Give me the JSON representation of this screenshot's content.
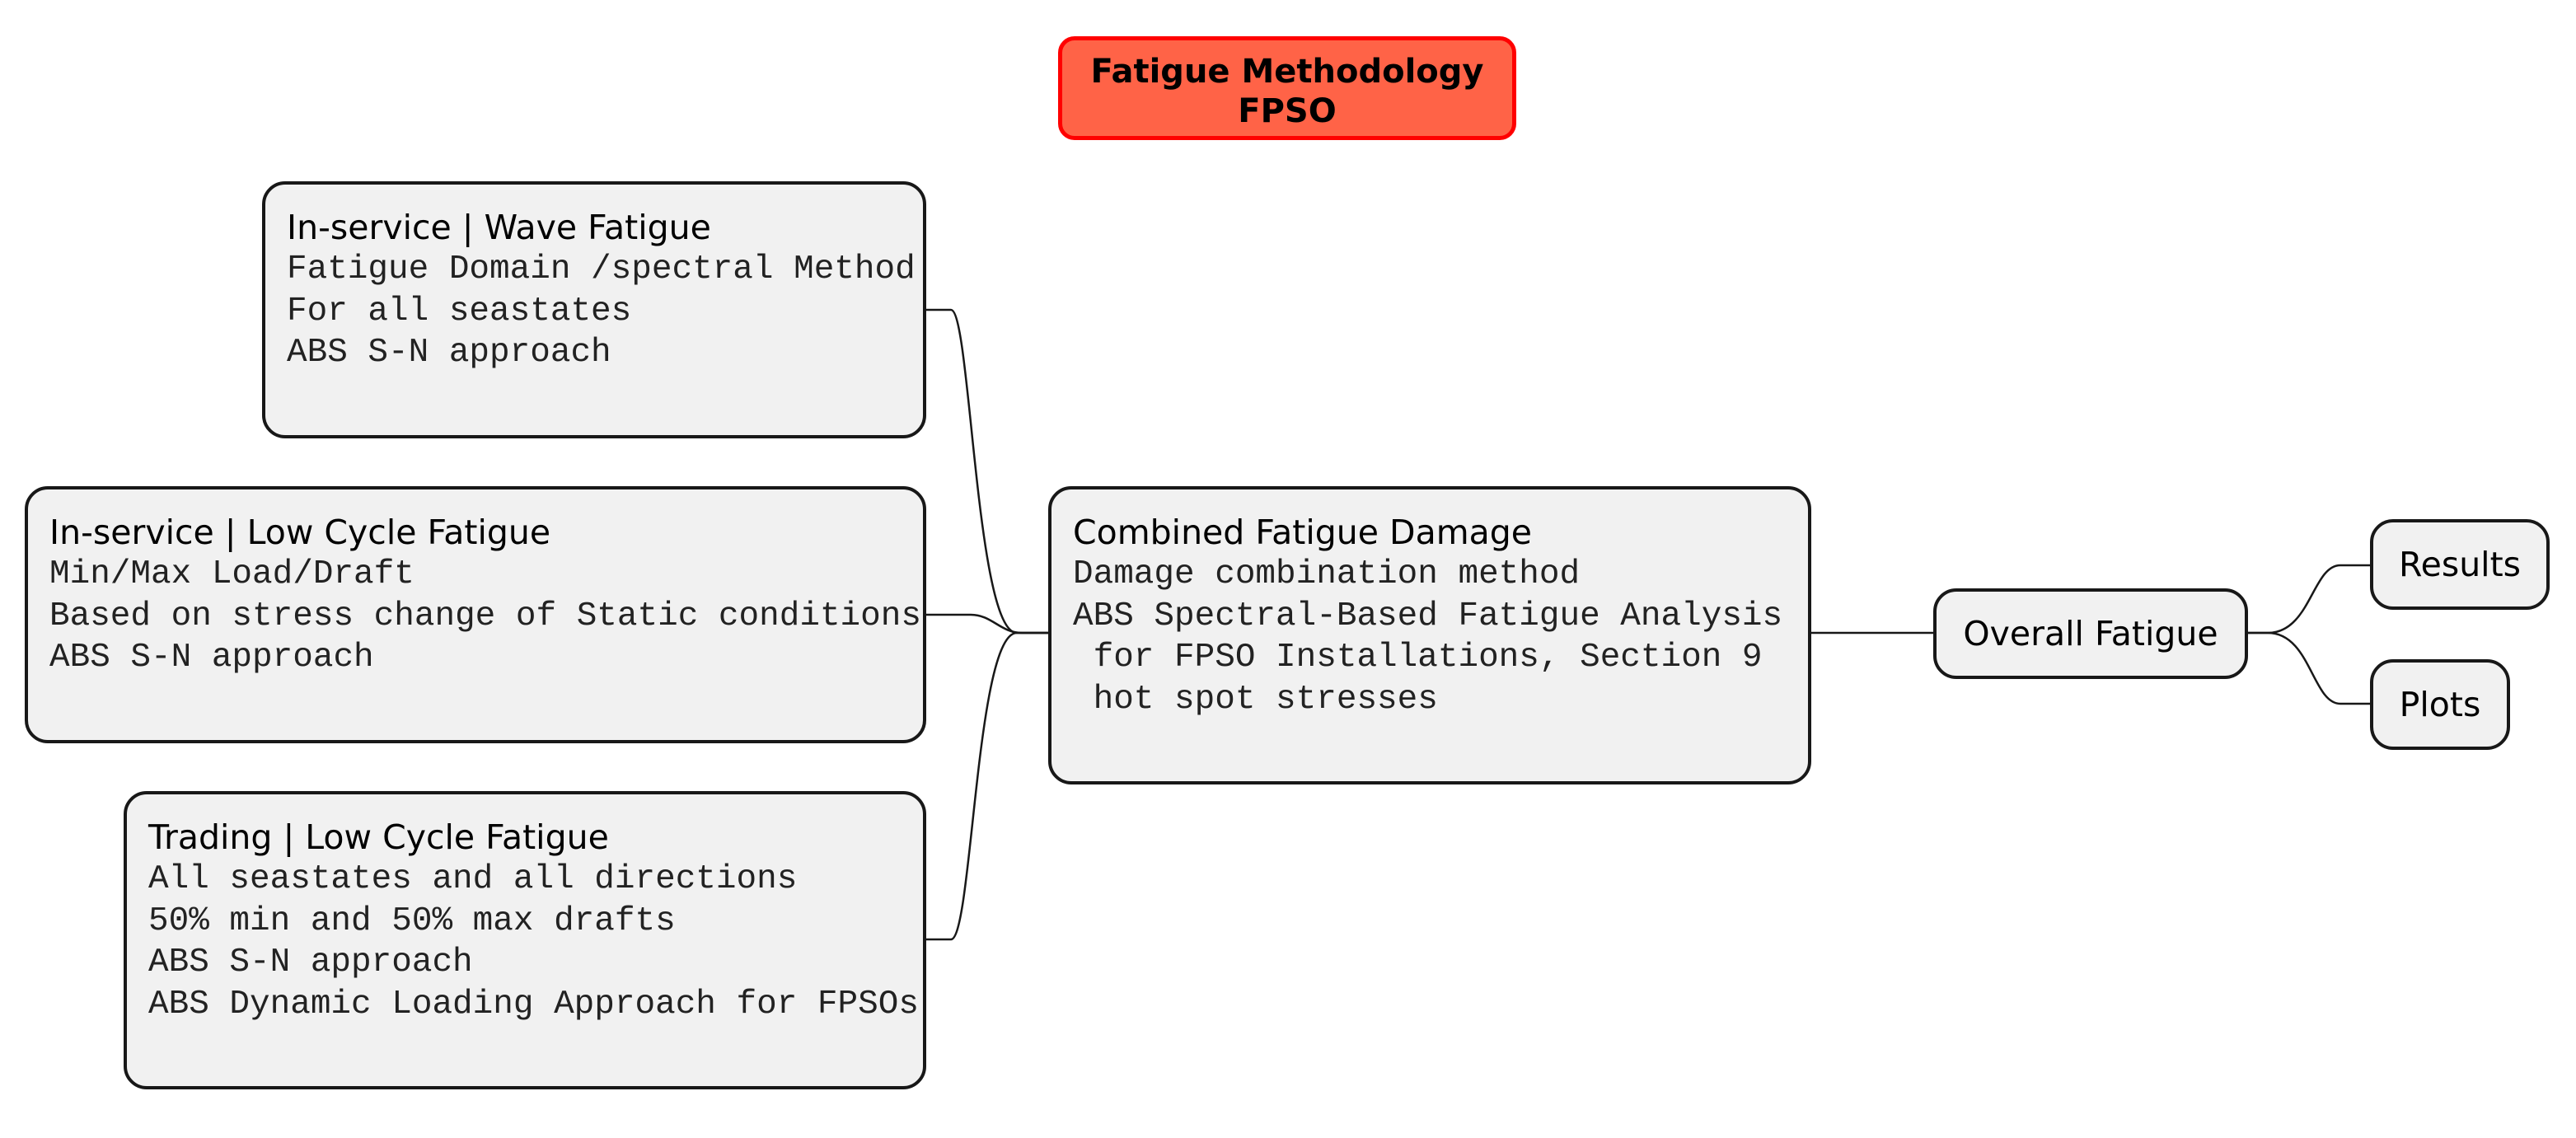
{
  "diagram": {
    "title_lines": [
      "Fatigue Methodology",
      "FPSO"
    ],
    "colors": {
      "title_fill": "#ff6347",
      "title_border": "#ff0000",
      "node_fill": "#f1f1f1",
      "node_border": "#181818"
    },
    "nodes": {
      "wave_fatigue": {
        "title": "In-service | Wave Fatigue",
        "lines": [
          "Fatigue Domain /spectral Method",
          "For all seastates",
          "ABS S-N approach"
        ]
      },
      "low_cycle_fatigue": {
        "title": "In-service | Low Cycle Fatigue",
        "lines": [
          "Min/Max Load/Draft",
          "Based on stress change of Static conditions",
          "ABS S-N approach"
        ]
      },
      "trading_fatigue": {
        "title": "Trading | Low Cycle Fatigue",
        "lines": [
          "All seastates and all directions",
          "50% min and 50% max drafts",
          "ABS S-N approach",
          "ABS Dynamic Loading Approach for FPSOs"
        ]
      },
      "combined_damage": {
        "title": "Combined Fatigue Damage",
        "lines": [
          "Damage combination method",
          "ABS Spectral-Based Fatigue Analysis",
          " for FPSO Installations, Section 9",
          " hot spot stresses"
        ]
      },
      "overall_fatigue": {
        "label": "Overall Fatigue"
      },
      "results": {
        "label": "Results"
      },
      "plots": {
        "label": "Plots"
      }
    }
  }
}
